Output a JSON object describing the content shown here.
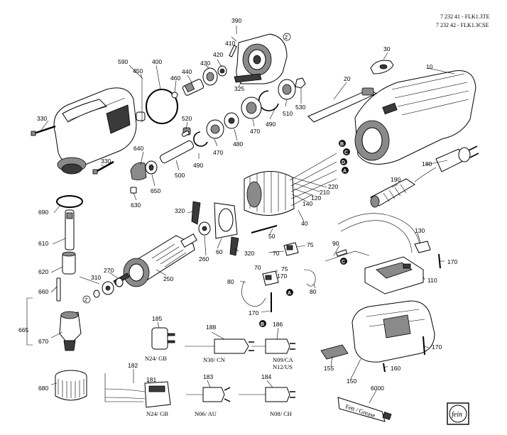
{
  "header": {
    "line1": "7 232 41 - FLK1.3TE",
    "line2": "7 232 42 - FLK1.3CSE"
  },
  "logo": {
    "text": "fein"
  },
  "z_marker": "Z",
  "markers": [
    "A",
    "B",
    "C",
    "D"
  ],
  "labels": {
    "l390": "390",
    "l410": "410",
    "l420": "420",
    "l430": "430",
    "l440": "440",
    "l460": "460",
    "l400": "400",
    "l450": "450",
    "l590": "590",
    "l330a": "330",
    "l330b": "330",
    "l325": "325",
    "l30": "30",
    "l10": "10",
    "l20": "20",
    "l530": "530",
    "l510": "510",
    "l490a": "490",
    "l470a": "470",
    "l480": "480",
    "l470b": "470",
    "l520": "520",
    "l640": "640",
    "l490b": "490",
    "l500": "500",
    "l650": "650",
    "l630": "630",
    "l690": "690",
    "l610": "610",
    "l620": "620",
    "l660": "660",
    "l665": "665",
    "l670": "670",
    "l680": "680",
    "l310": "310",
    "l270": "270",
    "l250": "250",
    "l260": "260",
    "l60": "60",
    "l320a": "320",
    "l320b": "320",
    "l50": "50",
    "l40": "40",
    "l140": "140",
    "l120": "120",
    "l210": "210",
    "l220": "220",
    "l190": "190",
    "l180": "180",
    "l130": "130",
    "l170a": "170",
    "l170b": "170",
    "l170c": "170",
    "l170d": "170",
    "l110": "110",
    "l90": "90",
    "l75a": "75",
    "l75b": "75",
    "l70a": "70",
    "l70b": "70",
    "l80a": "80",
    "l80b": "80",
    "l185": "185",
    "l188": "188",
    "l186": "186",
    "l182": "182",
    "l181": "181",
    "l183": "183",
    "l184": "184",
    "l155": "155",
    "l150": "150",
    "l160": "160",
    "l6000": "6000"
  },
  "plug_codes": {
    "n24gb_a": "N24/ GB",
    "n30cn": "N30/ CN",
    "n09ca": "N09/CA",
    "n12us": "N12/US",
    "n24gb_b": "N24/ GB",
    "n06au": "N06/ AU",
    "n08ch": "N08/ CH"
  },
  "grease_tube": {
    "text": "Fett / Grease"
  }
}
